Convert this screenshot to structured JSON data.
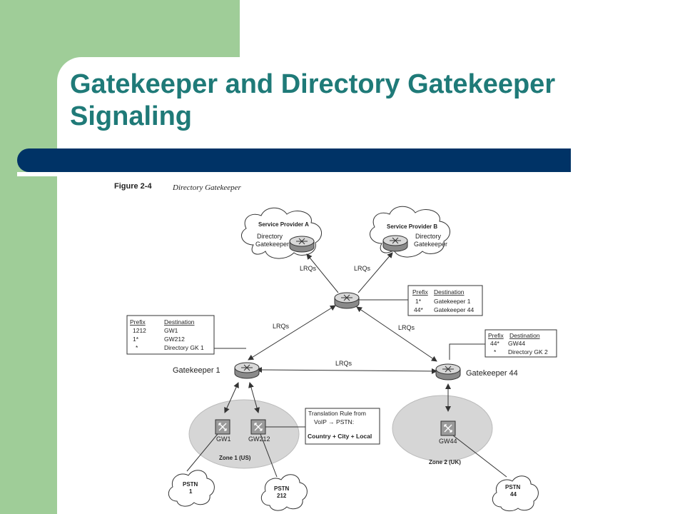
{
  "slide": {
    "title": "Gatekeeper and Directory Gatekeeper Signaling"
  },
  "figure": {
    "number": "Figure 2-4",
    "caption": "Directory Gatekeeper",
    "providers": [
      {
        "name": "Service Provider A",
        "line1": "Directory",
        "line2": "Gatekeeper"
      },
      {
        "name": "Service Provider B",
        "line1": "Directory",
        "line2": "Gatekeeper"
      }
    ],
    "lrq_label": "LRQs",
    "gatekeepers": [
      "Gatekeeper 1",
      "Gatekeeper 44"
    ],
    "tables": {
      "directory": {
        "headers": [
          "Prefix",
          "Destination"
        ],
        "rows": [
          [
            "1*",
            "Gatekeeper 1"
          ],
          [
            "44*",
            "Gatekeeper 44"
          ]
        ]
      },
      "gk1": {
        "headers": [
          "Prefix",
          "Destination"
        ],
        "rows": [
          [
            "1212",
            "GW1"
          ],
          [
            "1*",
            "GW212"
          ],
          [
            "*",
            "Directory GK 1"
          ]
        ]
      },
      "gk44": {
        "headers": [
          "Prefix",
          "Destination"
        ],
        "rows": [
          [
            "44*",
            "GW44"
          ],
          [
            "*",
            "Directory GK 2"
          ]
        ]
      }
    },
    "translation_rule": {
      "line1": "Translation Rule from",
      "line2": "VoIP → PSTN:",
      "line3": "Country + City + Local"
    },
    "zones": [
      {
        "name": "Zone 1 (US)",
        "gateways": [
          "GW1",
          "GW212"
        ]
      },
      {
        "name": "Zone 2 (UK)",
        "gateways": [
          "GW44"
        ]
      }
    ],
    "pstn": [
      {
        "label": "PSTN",
        "number": "1"
      },
      {
        "label": "PSTN",
        "number": "212"
      },
      {
        "label": "PSTN",
        "number": "44"
      }
    ]
  }
}
